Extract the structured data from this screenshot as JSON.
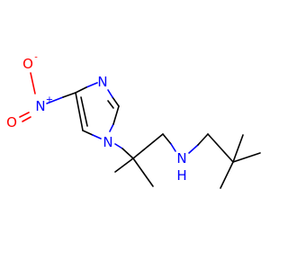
{
  "molecule": {
    "colors": {
      "carbon_bond": "#000000",
      "nitrogen": "#0000ff",
      "oxygen": "#ff0000",
      "background": "#ffffff"
    },
    "atoms": {
      "nitro_o_minus": {
        "symbol": "O",
        "charge": "-"
      },
      "nitro_n_plus": {
        "symbol": "N",
        "charge": "+"
      },
      "nitro_o_double": {
        "symbol": "O"
      },
      "ring_n3": {
        "symbol": "N"
      },
      "ring_n1": {
        "symbol": "N"
      },
      "amine_nh_n": {
        "symbol": "N"
      },
      "amine_nh_h": {
        "symbol": "H"
      }
    }
  }
}
